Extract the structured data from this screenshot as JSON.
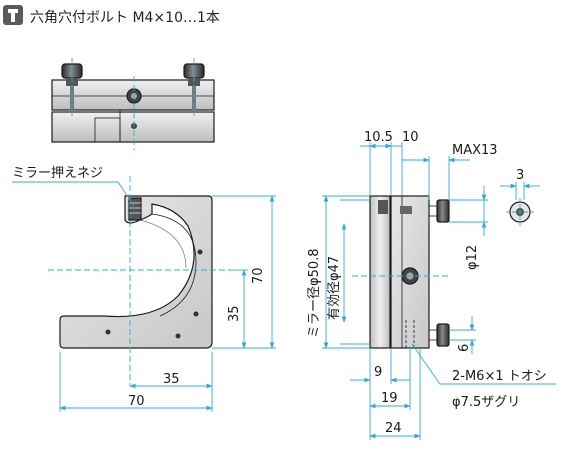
{
  "header": {
    "icon": "hex-wrench-icon",
    "text": "六角穴付ボルト M4×10…1本"
  },
  "front_view": {
    "mirror_screw_label": "ミラー押えネジ",
    "dim_width": "70",
    "dim_height": "70",
    "dim_center_x": "35",
    "dim_center_y": "35"
  },
  "side_view": {
    "dim_10_5": "10.5",
    "dim_10": "10",
    "dim_max13": "MAX13",
    "dim_3": "3",
    "dim_phi12": "φ12",
    "dim_6": "6",
    "dim_9": "9",
    "dim_19": "19",
    "dim_24": "24",
    "mirror_dia_label": "ミラー径φ50.8",
    "effective_dia_label": "有効径φ47",
    "hole_note_1": "2-M6×1 トオシ",
    "hole_note_2": "φ7.5ザグリ"
  },
  "colors": {
    "dimension_line": "#3aa8d0",
    "body_dark": "#3a3a3a",
    "body_mid": "#8a8a8a",
    "body_light": "#d9d9d9",
    "outline": "#1c1c1c"
  }
}
